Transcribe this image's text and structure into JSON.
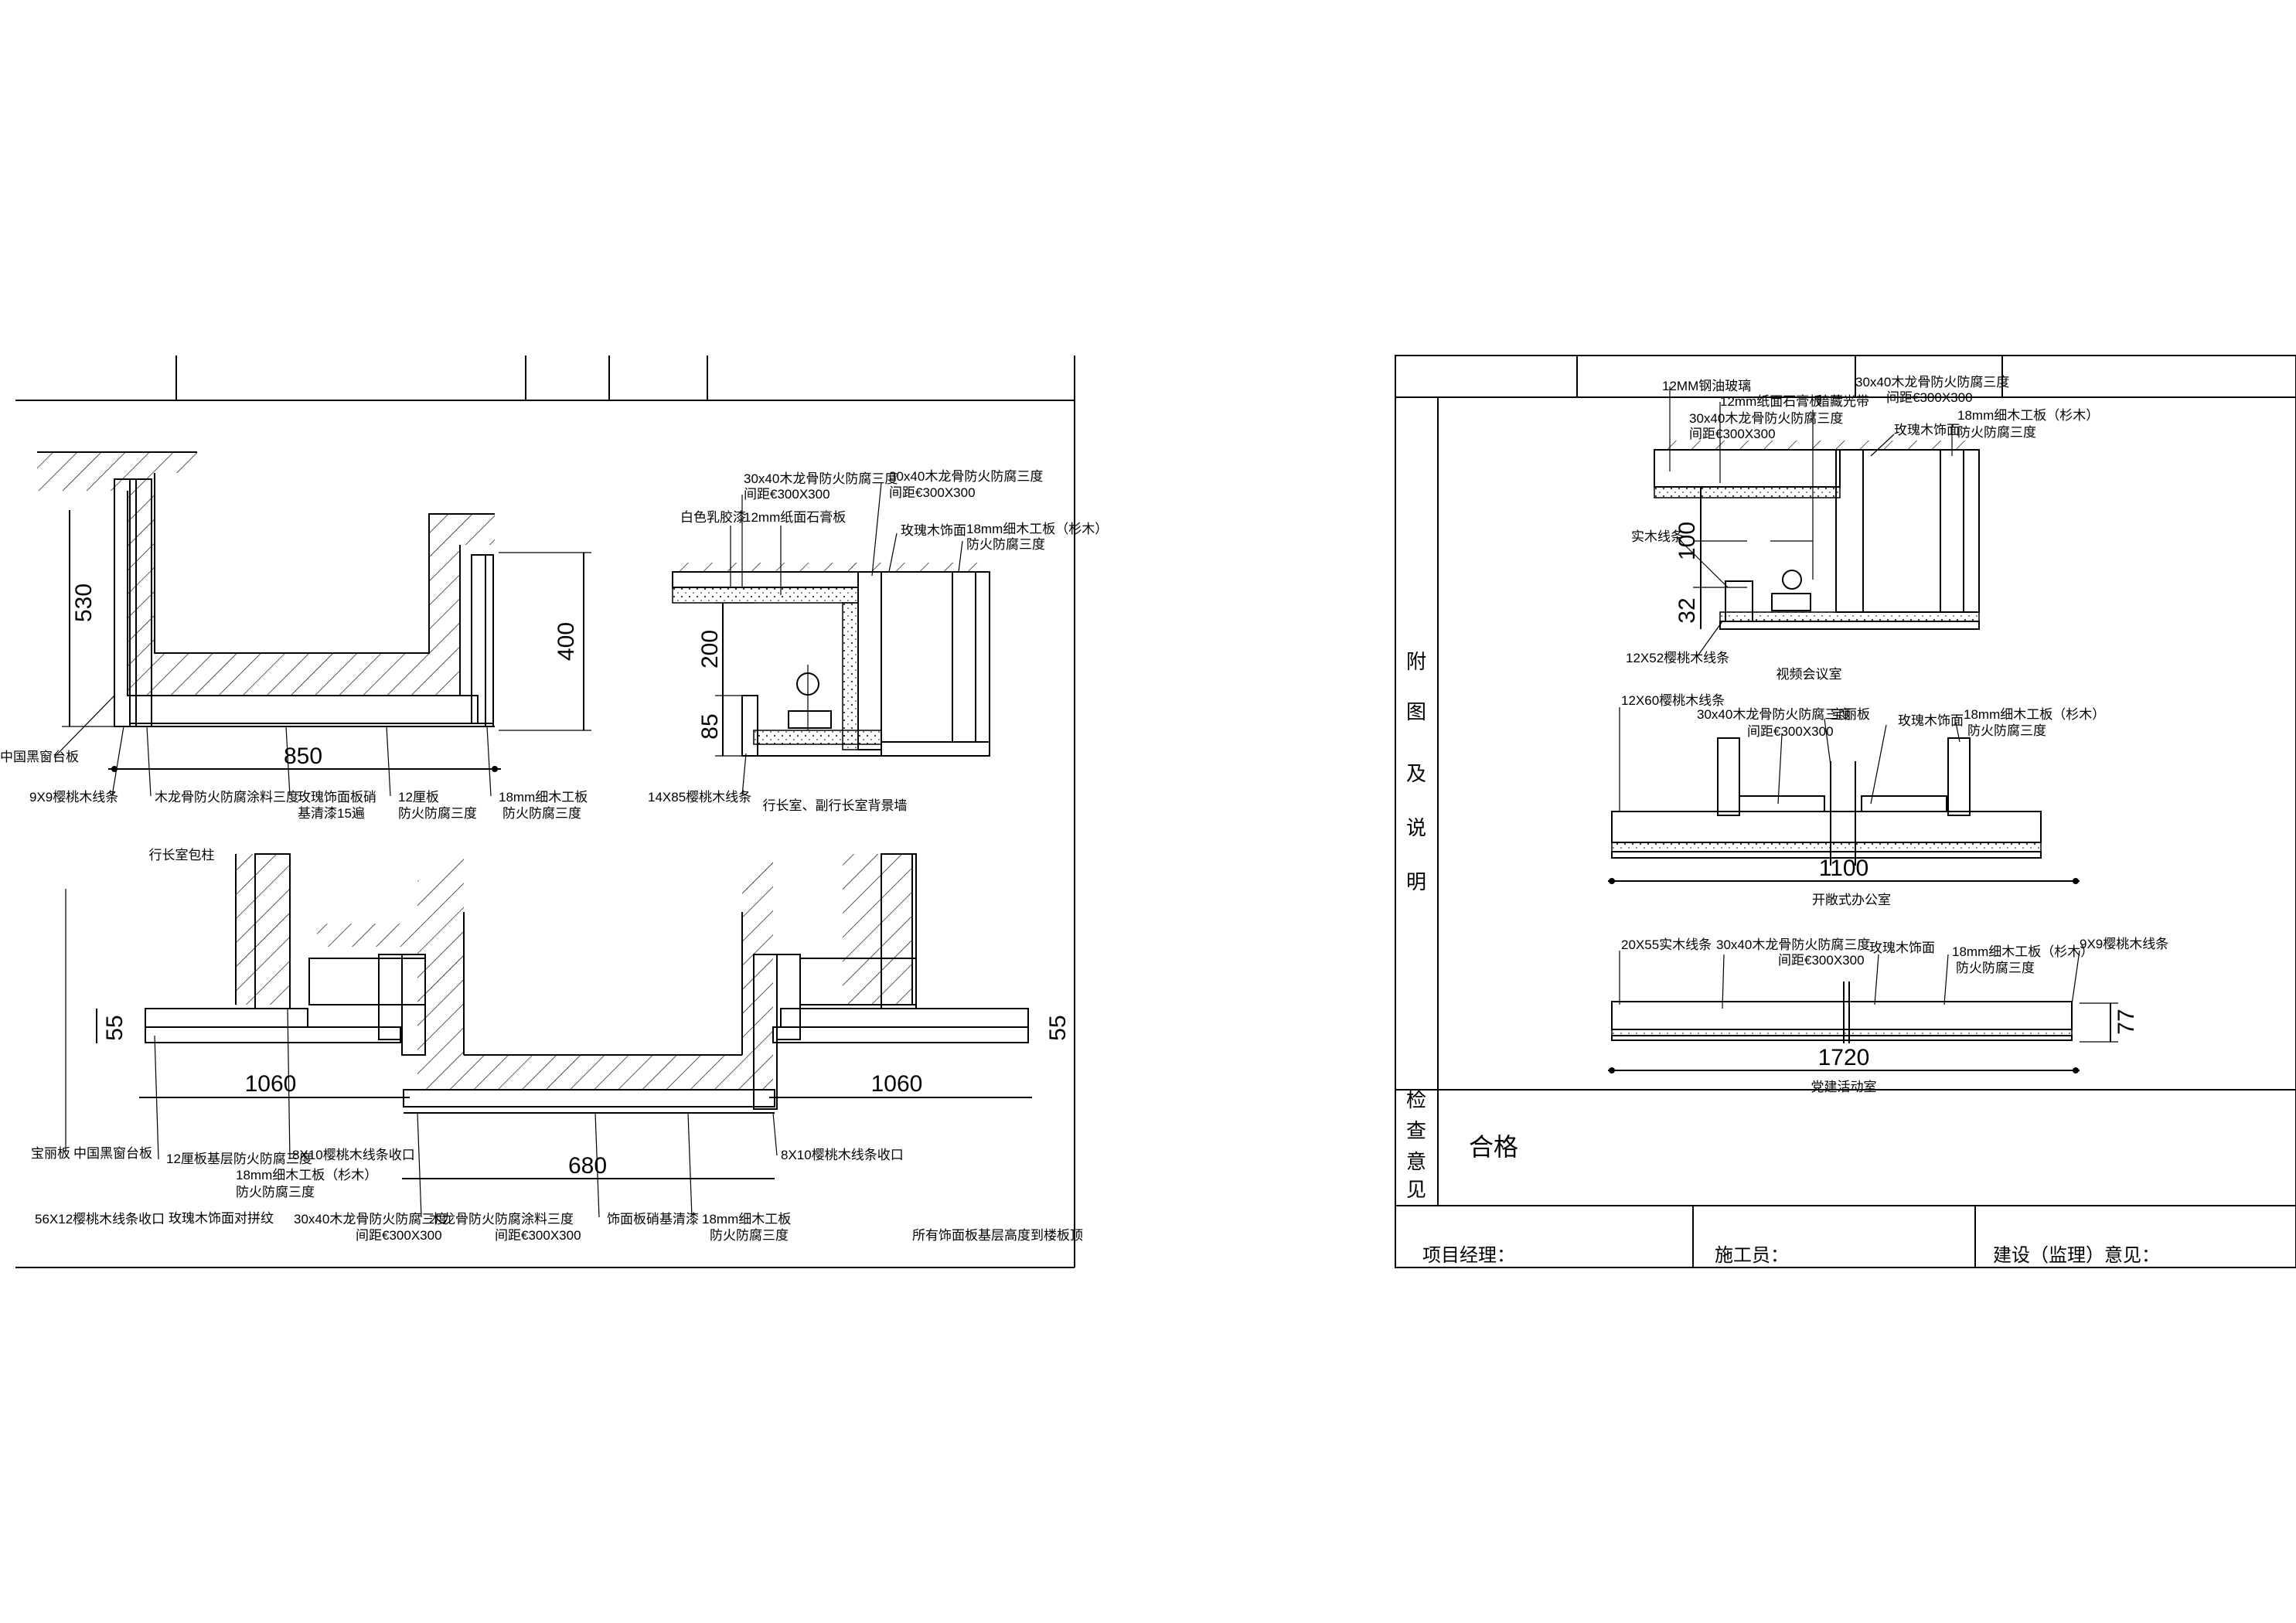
{
  "left_sheet": {
    "pillar_section": {
      "caption": "行长室包柱",
      "dims": {
        "height_left": "530",
        "width": "850",
        "height_right": "400"
      },
      "labels": {
        "left_top": "中国黑窗台板",
        "left_bottom": "9X9樱桃木线条",
        "b1": "木龙骨防火防腐涂料三度",
        "b2a": "玫瑰饰面板硝",
        "b2b": "基清漆15遍",
        "b3a": "12厘板",
        "b3b": "防火防腐三度",
        "b4a": "18mm细木工板",
        "b4b": "防火防腐三度"
      }
    },
    "wall_section": {
      "caption": "行长室、副行长室背景墙",
      "dims": {
        "h1": "200",
        "h2": "85"
      },
      "labels": {
        "t1a": "30x40木龙骨防火防腐三度",
        "t1b": "间距€300X300",
        "t2a": "30x40木龙骨防火防腐三度",
        "t2b": "间距€300X300",
        "l1": "白色乳胶漆",
        "l2": "12mm纸面石膏板",
        "r1": "玫瑰木饰面",
        "r2a": "18mm细木工板（杉木）",
        "r2b": "防火防腐三度",
        "bottom": "14X85樱桃木线条"
      }
    },
    "u_section": {
      "dims": {
        "left_h": "55",
        "right_h": "55",
        "left_w": "1060",
        "right_w": "1060",
        "center_w": "680"
      },
      "labels": {
        "a1": "宝丽板",
        "a2": "中国黑窗台板",
        "a3": "56X12樱桃木线条收口",
        "b1": "12厘板基层防火防腐三度",
        "b2a": "18mm细木工板（杉木）",
        "b2b": "防火防腐三度",
        "b3": "玫瑰木饰面对拼纹",
        "c1": "8X10樱桃木线条收口",
        "c2a": "30x40木龙骨防火防腐三度",
        "c2b": "间距€300X300",
        "d1a": "木龙骨防火防腐涂料三度",
        "d1b": "间距€300X300",
        "e1": "饰面板硝基清漆",
        "e2a": "18mm细木工板",
        "e2b": "防火防腐三度",
        "f1": "8X10樱桃木线条收口",
        "note": "所有饰面板基层高度到楼板顶"
      }
    }
  },
  "right_sheet": {
    "side_title": [
      "附",
      "图",
      "及",
      "说",
      "明"
    ],
    "check_title": [
      "检",
      "查",
      "意",
      "见"
    ],
    "check_result": "合格",
    "signatures": {
      "manager": "项目经理：",
      "worker": "施工员：",
      "supervisor": "建设（监理）意见："
    },
    "video_room": {
      "caption": "视频会议室",
      "dims": {
        "h1": "100",
        "h2": "32"
      },
      "labels": {
        "t1": "12MM钢油玻璃",
        "t2": "12mm纸面石膏板",
        "t3": "暗藏光带",
        "t4a": "30x40木龙骨防火防腐三度",
        "t4b": "间距€300X300",
        "t5a": "30x40木龙骨防火防腐三度",
        "t5b": "间距€300X300",
        "r1": "玫瑰木饰面",
        "r2a": "18mm细木工板（杉木）",
        "r2b": "防火防腐三度",
        "l1": "实木线条",
        "bottom": "12X52樱桃木线条"
      }
    },
    "open_office": {
      "caption": "开敞式办公室",
      "dim": "1100",
      "labels": {
        "l1": "12X60樱桃木线条",
        "t1a": "30x40木龙骨防火防腐三度",
        "t1b": "间距€300X300",
        "t2": "宝丽板",
        "t3": "玫瑰木饰面",
        "t4a": "18mm细木工板（杉木）",
        "t4b": "防火防腐三度"
      }
    },
    "activity_room": {
      "caption": "党建活动室",
      "dims": {
        "w": "1720",
        "h": "77"
      },
      "labels": {
        "l1": "20X55实木线条",
        "t1a": "30x40木龙骨防火防腐三度",
        "t1b": "间距€300X300",
        "t2": "玫瑰木饰面",
        "t3a": "18mm细木工板（杉木）",
        "t3b": "防火防腐三度",
        "r1": "9X9樱桃木线条"
      }
    }
  }
}
